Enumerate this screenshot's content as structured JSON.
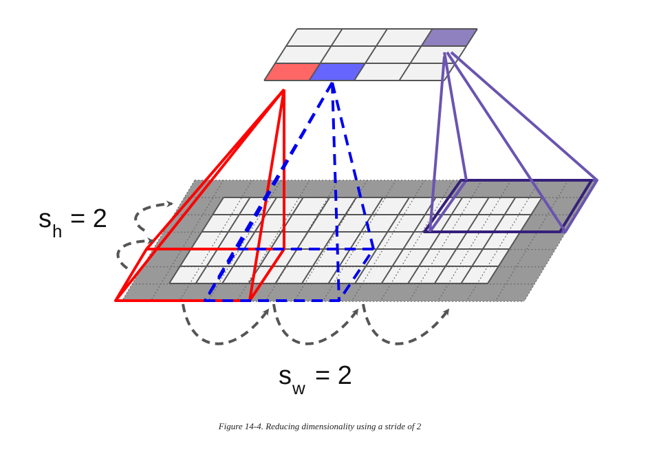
{
  "labels": {
    "sh_main": "s",
    "sh_sub": "h",
    "sh_eq": "= 2",
    "sw_main": "s",
    "sw_sub": "w",
    "sw_eq": "= 2"
  },
  "caption": "Figure 14-4. Reducing dimensionality using a stride of 2",
  "colors": {
    "input_padding": "#999999",
    "input_cell": "#f2f2f2",
    "grid_line": "#555555",
    "output_cell": "#f2f2f2",
    "red_cell": "#ff6666",
    "blue_cell": "#6666ff",
    "purple_cell": "#8f80bf",
    "red_line": "#ff0000",
    "blue_line": "#0000ee",
    "purple_light": "#6a54b0",
    "purple_dark": "#35207a",
    "arrow": "#555555"
  }
}
